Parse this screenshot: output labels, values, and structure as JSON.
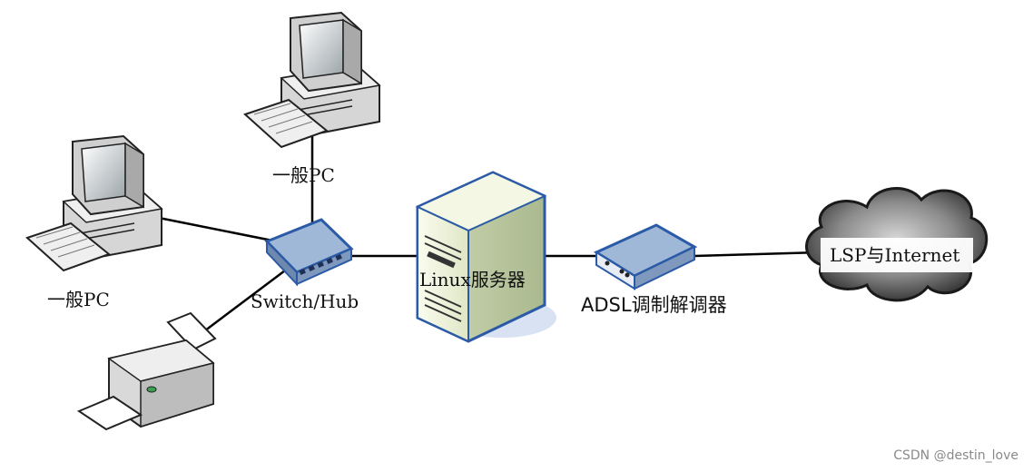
{
  "labels": {
    "pc_top": "一般PC",
    "pc_left": "一般PC",
    "switch": "Switch/Hub",
    "server": "Linux服务器",
    "modem": "ADSL调制解调器",
    "cloud": "LSP与Internet"
  },
  "watermark": "CSDN @destin_love",
  "colors": {
    "line": "#000000",
    "device_outline": "#2b5aa6",
    "device_face": "#eef3de",
    "pc_gray": "#c9c9c9",
    "cloud_dark": "#2b2b2b"
  },
  "icons": [
    "pc-icon",
    "pc-icon",
    "printer-icon",
    "switch-icon",
    "server-icon",
    "modem-icon",
    "cloud-icon"
  ]
}
